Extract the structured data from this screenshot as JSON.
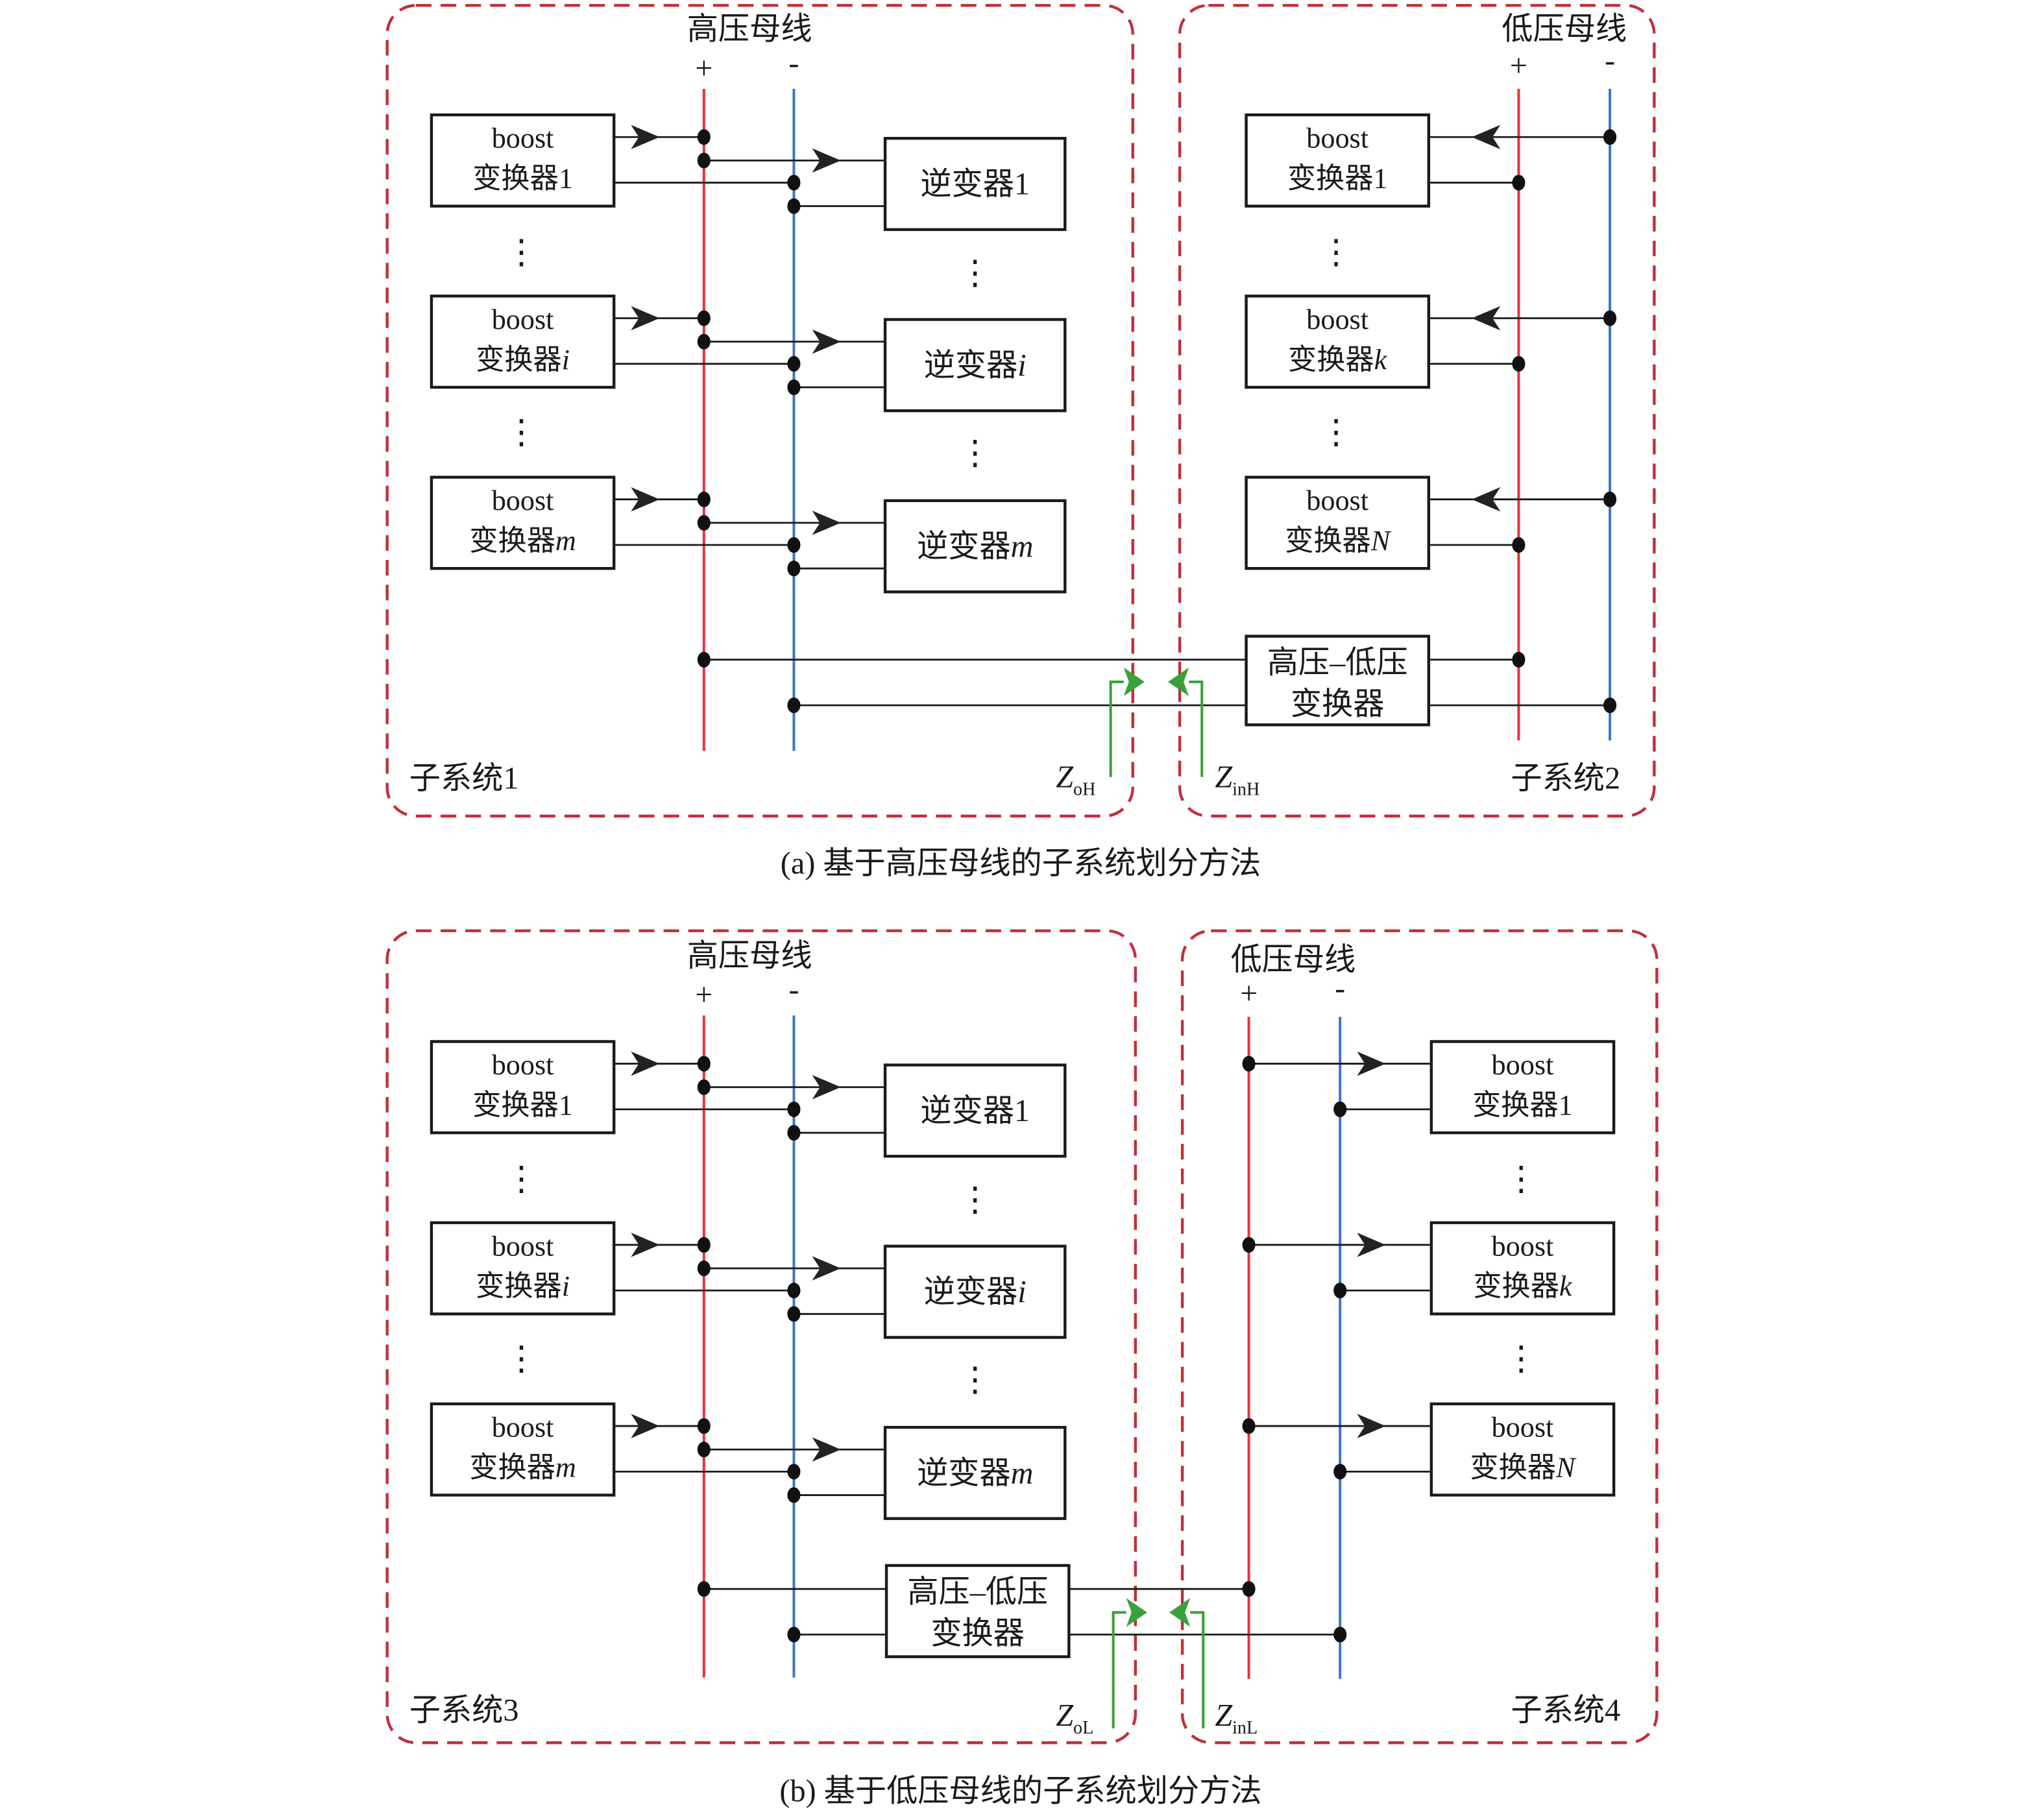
{
  "colors": {
    "positive_bus": "#e8333d",
    "negative_bus": "#3a78c2",
    "subsystem_border": "#c0303a",
    "impedance_arrow": "#3aa13a"
  },
  "panel_a": {
    "caption": "(a) 基于高压母线的子系统划分方法",
    "hv_bus_label": "高压母线",
    "lv_bus_label": "低压母线",
    "plus": "+",
    "minus": "-",
    "left_boosts": [
      {
        "line1": "boost",
        "line2": "变换器1"
      },
      {
        "line1": "boost",
        "line2": "变换器i"
      },
      {
        "line1": "boost",
        "line2": "变换器m"
      }
    ],
    "inverters": [
      "逆变器1",
      "逆变器i",
      "逆变器m"
    ],
    "right_boosts": [
      {
        "line1": "boost",
        "line2": "变换器1"
      },
      {
        "line1": "boost",
        "line2": "变换器k"
      },
      {
        "line1": "boost",
        "line2": "变换器N"
      }
    ],
    "hl_converter": {
      "line1": "高压–低压",
      "line2": "变换器"
    },
    "subsystem_left": "子系统1",
    "subsystem_right": "子系统2",
    "z_out": {
      "main": "Z",
      "sub": "oH"
    },
    "z_in": {
      "main": "Z",
      "sub": "inH"
    },
    "ellipsis": "⋮"
  },
  "panel_b": {
    "caption": "(b) 基于低压母线的子系统划分方法",
    "hv_bus_label": "高压母线",
    "lv_bus_label": "低压母线",
    "plus": "+",
    "minus": "-",
    "left_boosts": [
      {
        "line1": "boost",
        "line2": "变换器1"
      },
      {
        "line1": "boost",
        "line2": "变换器i"
      },
      {
        "line1": "boost",
        "line2": "变换器m"
      }
    ],
    "inverters": [
      "逆变器1",
      "逆变器i",
      "逆变器m"
    ],
    "right_boosts": [
      {
        "line1": "boost",
        "line2": "变换器1"
      },
      {
        "line1": "boost",
        "line2": "变换器k"
      },
      {
        "line1": "boost",
        "line2": "变换器N"
      }
    ],
    "hl_converter": {
      "line1": "高压–低压",
      "line2": "变换器"
    },
    "subsystem_left": "子系统3",
    "subsystem_right": "子系统4",
    "z_out": {
      "main": "Z",
      "sub": "oL"
    },
    "z_in": {
      "main": "Z",
      "sub": "inL"
    },
    "ellipsis": "⋮"
  }
}
